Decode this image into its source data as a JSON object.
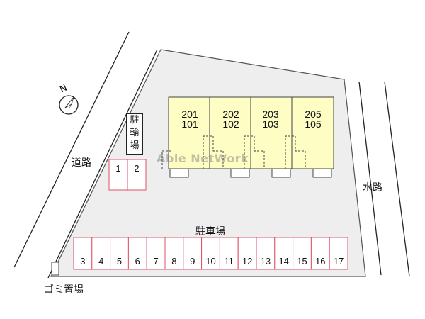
{
  "labels": {
    "road": "道路",
    "waterway": "水路",
    "parking": "駐車場",
    "garbage": "ゴミ置場",
    "bicycle_parking": "駐輪場",
    "watermark": "Able NetWork",
    "north": "N"
  },
  "units": [
    {
      "upper": "201",
      "lower": "101"
    },
    {
      "upper": "202",
      "lower": "102"
    },
    {
      "upper": "203",
      "lower": "103"
    },
    {
      "upper": "205",
      "lower": "105"
    }
  ],
  "bike_slots": [
    "1",
    "2"
  ],
  "car_slots": [
    "3",
    "4",
    "5",
    "6",
    "7",
    "8",
    "9",
    "10",
    "11",
    "12",
    "13",
    "14",
    "15",
    "16",
    "17"
  ],
  "colors": {
    "lot": "#eeeeee",
    "building": "#fdfdc4",
    "parking_outline": "#e0506a",
    "parking_fill": "#ffffff",
    "lines": "#222222"
  },
  "icons": {
    "compass": "north-arrow-icon"
  }
}
